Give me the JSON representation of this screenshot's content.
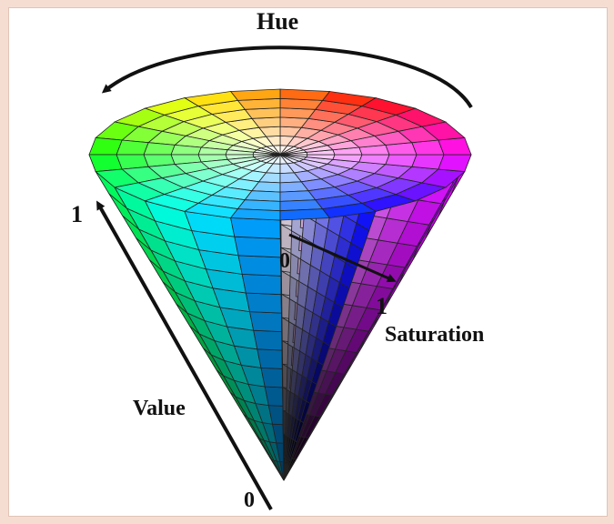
{
  "diagram": {
    "labels": {
      "hue": "Hue",
      "saturation": "Saturation",
      "value": "Value",
      "value_top": "1",
      "value_bottom": "0",
      "saturation_start": "0",
      "saturation_end": "1"
    },
    "colors": {
      "frame_background": "#f5ddd2",
      "panel_background": "#ffffff",
      "text": "#111111",
      "arrow": "#111111"
    },
    "model": "HSV cone"
  }
}
